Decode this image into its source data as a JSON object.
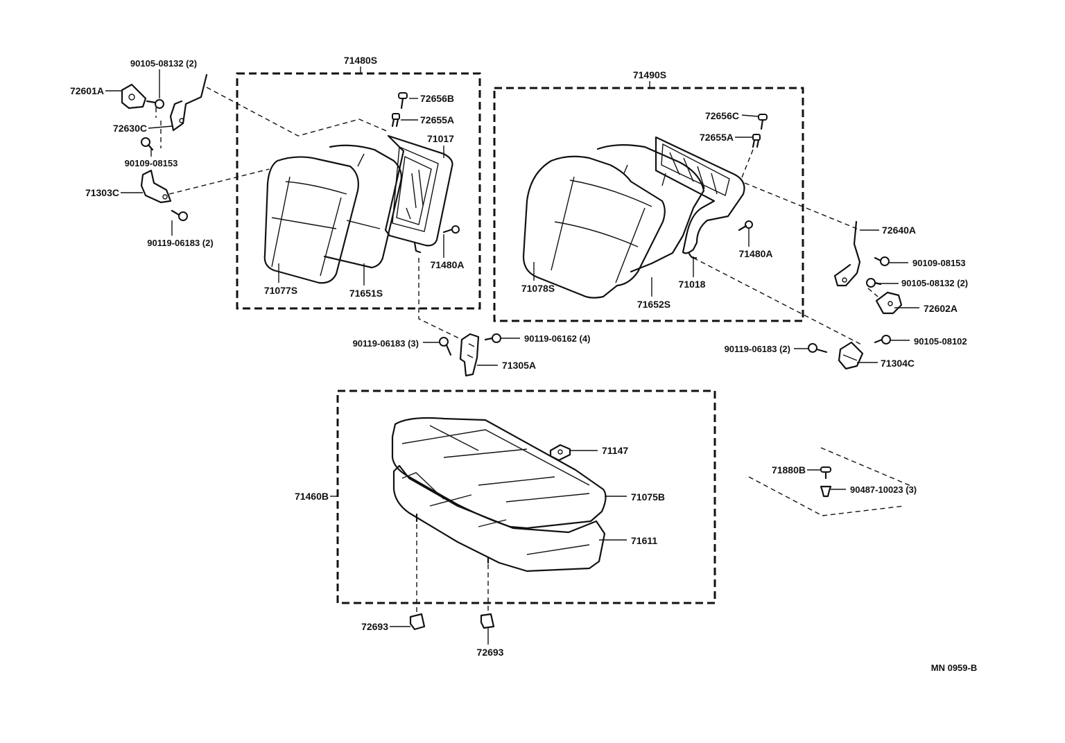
{
  "diagram_code": "MN 0959-B",
  "groups": {
    "left_back": "71480S",
    "right_back": "71490S",
    "cushion": "71460B"
  },
  "labels": {
    "p90105_08132_l": "90105-08132 (2)",
    "p72601A": "72601A",
    "p72630C": "72630C",
    "p90109_08153_l": "90109-08153",
    "p71303C": "71303C",
    "p90119_06183_2l": "90119-06183 (2)",
    "p72656B": "72656B",
    "p72655A_l": "72655A",
    "p71017": "71017",
    "p71480A_l": "71480A",
    "p71077S": "71077S",
    "p71651S": "71651S",
    "p72656C": "72656C",
    "p72655A_r": "72655A",
    "p71480A_r": "71480A",
    "p71078S": "71078S",
    "p71652S": "71652S",
    "p71018": "71018",
    "p72640A": "72640A",
    "p90109_08153_r": "90109-08153",
    "p90105_08132_r": "90105-08132 (2)",
    "p72602A": "72602A",
    "p90119_06183_3": "90119-06183 (3)",
    "p90119_06162_4": "90119-06162 (4)",
    "p71305A": "71305A",
    "p90119_06183_2r": "90119-06183 (2)",
    "p90105_08102": "90105-08102",
    "p71304C": "71304C",
    "p71147": "71147",
    "p71075B": "71075B",
    "p71611": "71611",
    "p71880B": "71880B",
    "p90487_10023": "90487-10023 (3)",
    "p72693_a": "72693",
    "p72693_b": "72693"
  }
}
